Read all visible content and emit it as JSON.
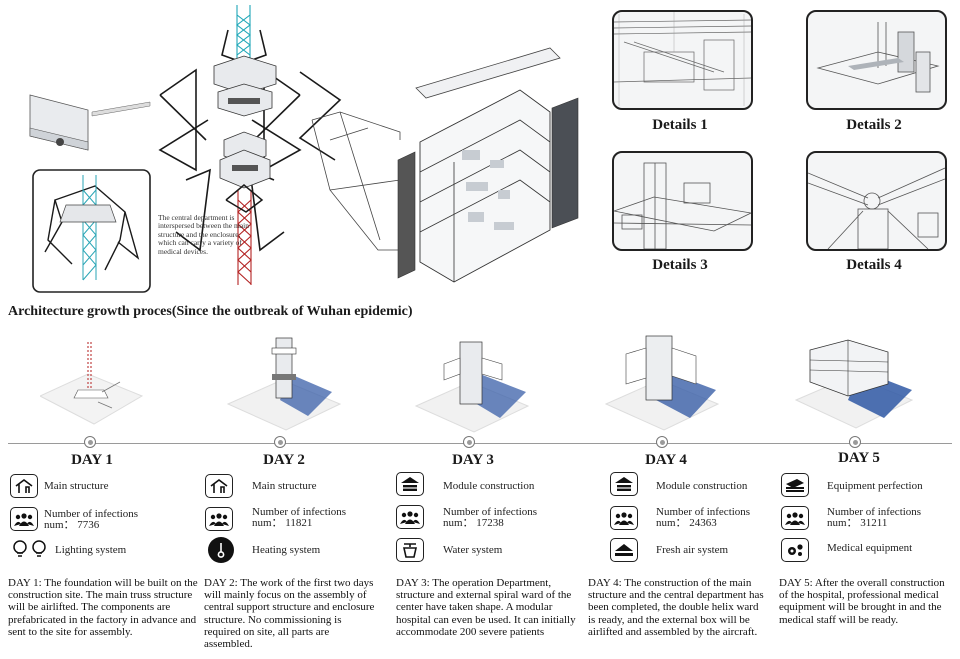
{
  "hero": {
    "note": "The central department is interspersed between the main structure and the enclosure, which can carry a variety of medical devices."
  },
  "details": [
    {
      "label": "Details 1"
    },
    {
      "label": "Details 2"
    },
    {
      "label": "Details 3"
    },
    {
      "label": "Details 4"
    }
  ],
  "section_title": "Architecture growth proces(Since the outbreak of Wuhan epidemic)",
  "days": [
    {
      "title": "DAY 1",
      "items": [
        {
          "icon": "house-icon",
          "text": "Main structure"
        },
        {
          "icon": "people-icon",
          "line1": "Number of infections",
          "line2": "num：  7736"
        },
        {
          "icon": "lightbulb-icon",
          "text": "Lighting system"
        }
      ],
      "description": "DAY 1: The foundation will be built on the construction site. The main truss structure will be airlifted. The components are prefabricated in the factory in advance and sent to the site for assembly."
    },
    {
      "title": "DAY 2",
      "items": [
        {
          "icon": "house-icon",
          "text": "Main structure"
        },
        {
          "icon": "people-icon",
          "line1": "Number of infections",
          "line2": "num：  11821"
        },
        {
          "icon": "thermometer-icon",
          "text": "Heating system"
        }
      ],
      "description": "DAY 2: The work of the first two days will mainly focus on the assembly of central support structure and enclosure structure. No commissioning is required on site, all parts are assembled."
    },
    {
      "title": "DAY 3",
      "items": [
        {
          "icon": "module-icon",
          "text": "Module construction"
        },
        {
          "icon": "people-icon",
          "line1": "Number of infections",
          "line2": "num：  17238"
        },
        {
          "icon": "water-icon",
          "text": "Water system"
        }
      ],
      "description": "DAY 3: The operation Department, structure and external spiral ward of the center have taken shape. A modular hospital can even be used. It can initially accommodate 200 severe patients"
    },
    {
      "title": "DAY 4",
      "items": [
        {
          "icon": "module-icon",
          "text": "Module construction"
        },
        {
          "icon": "people-icon",
          "line1": "Number of infections",
          "line2": "num：  24363"
        },
        {
          "icon": "air-icon",
          "text": "Fresh air system"
        }
      ],
      "description": "DAY 4: The construction of the main structure and the central department has been completed, the double helix ward is ready, and the external box will be airlifted and assembled by the aircraft."
    },
    {
      "title": "DAY 5",
      "items": [
        {
          "icon": "equipment-icon",
          "text": "Equipment perfection"
        },
        {
          "icon": "people-icon",
          "line1": "Number of infections",
          "line2": "num：  31211"
        },
        {
          "icon": "gear-icon",
          "text": "Medical equipment"
        }
      ],
      "description": "DAY 5: After the overall construction of the hospital, professional medical equipment will be brought in and the medical staff will be ready."
    }
  ]
}
